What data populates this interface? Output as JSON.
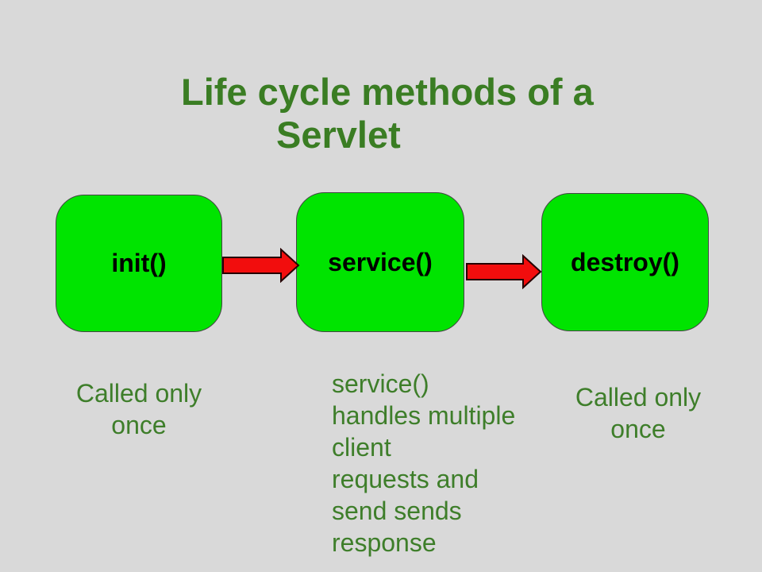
{
  "title": {
    "line1": "Life cycle methods of a",
    "line2": "Servlet"
  },
  "boxes": [
    {
      "label": "init()"
    },
    {
      "label": "service()"
    },
    {
      "label": "destroy()"
    }
  ],
  "arrows": [
    {
      "name": "init-to-service",
      "direction": "right"
    },
    {
      "name": "service-to-destroy",
      "direction": "right"
    }
  ],
  "captions": {
    "left": {
      "line1": "Called only",
      "line2": "once"
    },
    "middle": {
      "line1": "service()",
      "line2": "handles multiple",
      "line3": "client",
      "line4": "requests and",
      "line5": "send sends",
      "line6": "response"
    },
    "right": {
      "line1": "Called only",
      "line2": "once"
    }
  },
  "colors": {
    "background": "#d9d9d9",
    "box_fill": "#00e400",
    "box_border": "#454545",
    "box_label_text": "#000000",
    "arrow_fill": "#f20d0d",
    "arrow_outline": "#240000",
    "title_text": "#3a7d23",
    "caption_text": "#3e7e2a"
  }
}
